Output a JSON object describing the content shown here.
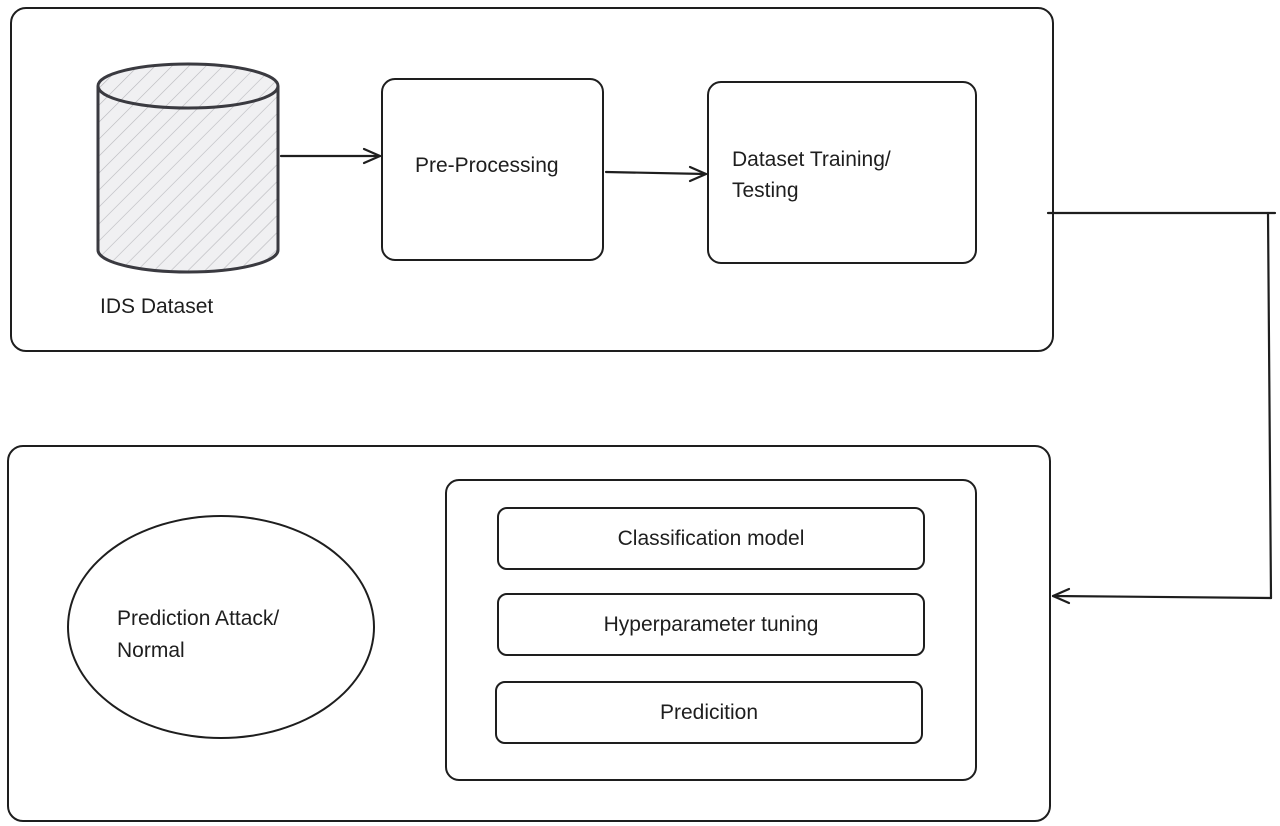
{
  "top_section": {
    "dataset_label": "IDS Dataset",
    "preprocessing_label": "Pre-Processing",
    "training_label_line1": "Dataset Training/",
    "training_label_line2": "Testing"
  },
  "bottom_section": {
    "prediction_label_line1": "Prediction Attack/",
    "prediction_label_line2": "Normal",
    "steps": [
      "Classification model",
      "Hyperparameter tuning",
      "Predicition"
    ]
  }
}
